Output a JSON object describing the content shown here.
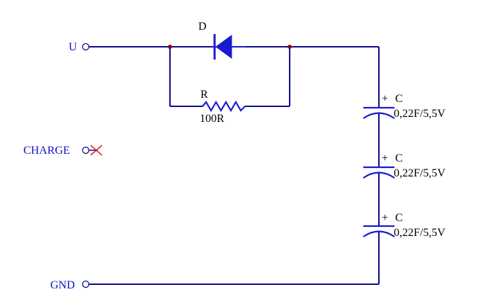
{
  "ports": {
    "u": "U",
    "charge": "CHARGE",
    "gnd": "GND"
  },
  "diode": {
    "designator": "D"
  },
  "resistor": {
    "designator": "R",
    "value": "100R"
  },
  "capacitors": [
    {
      "polarity": "+",
      "designator": "C",
      "value": "0,22F/5,5V"
    },
    {
      "polarity": "+",
      "designator": "C",
      "value": "0,22F/5,5V"
    },
    {
      "polarity": "+",
      "designator": "C",
      "value": "0,22F/5,5V"
    }
  ],
  "colors": {
    "wire": "#0c0c8c",
    "symbol": "#1a1ad4",
    "junction": "#8c0c0c",
    "port_label": "#1010c8",
    "no_connect": "#e02020"
  }
}
